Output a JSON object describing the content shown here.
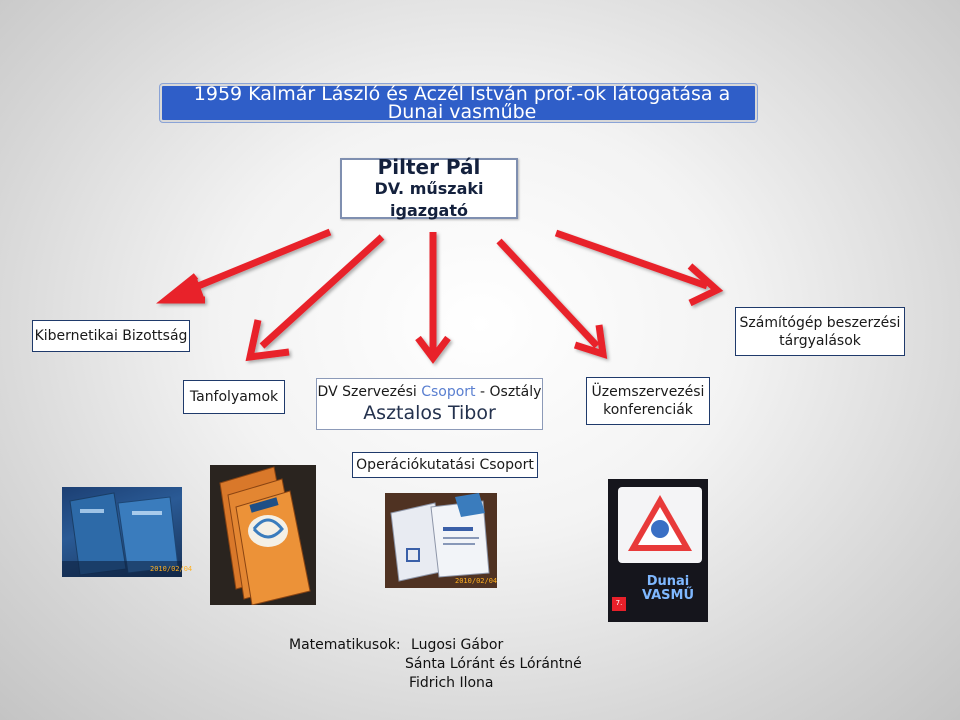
{
  "title": "1959 Kalmár László és Aczél István prof.-ok látogatása a Dunai vasműbe",
  "director": {
    "name": "Pilter Pál",
    "role": "DV. műszaki igazgató"
  },
  "units": {
    "kibernetikai": "Kibernetikai Bizottság",
    "szamitogep_line1": "Számítógép beszerzési",
    "szamitogep_line2": "tárgyalások",
    "tanfolyamok": "Tanfolyamok",
    "dv_prefix": "DV Szervezési",
    "dv_csoport": "Csoport",
    "dv_suffix": "- Osztály",
    "dv_head": "Asztalos Tibor",
    "uzem_line1": "Üzemszervezési",
    "uzem_line2": "konferenciák",
    "operacio": "Operációkutatási Csoport"
  },
  "mathematicians": {
    "label": "Matematikusok:",
    "names": [
      "Lugosi Gábor",
      "Sánta Lóránt és Lórántné",
      "Fidrich Ilona"
    ]
  },
  "colors": {
    "arrow": "#e8202a",
    "banner": "#2f5ec8",
    "box_border": "#1f3a6b",
    "csoport_text": "#5a7fd0"
  },
  "photos": {
    "magazine_title": "Dunai VASMŰ",
    "magazine_issue": "7.",
    "stamp_1": "2010/02/04",
    "stamp_2": "2010/02/04"
  }
}
